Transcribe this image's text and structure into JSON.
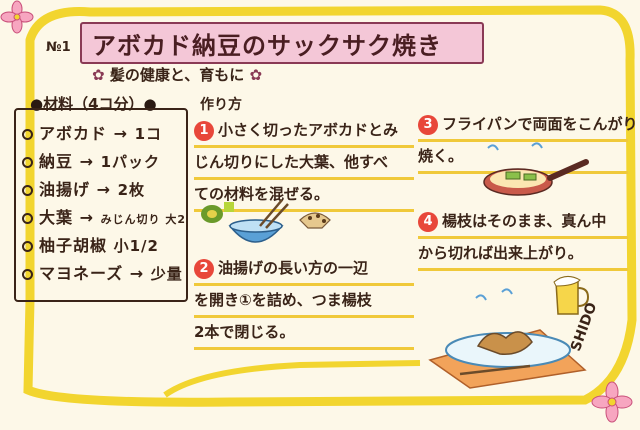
{
  "card": {
    "number": "№1",
    "title": "アボカド納豆のサックサク焼き",
    "subtitle": "髪の健康と、育もに",
    "ingredients_heading": "材料（4コ分）",
    "method_heading": "作り方",
    "signature": "SHIDO"
  },
  "ingredients": [
    {
      "name": "アボカド",
      "arrow": "→",
      "amount": "1コ"
    },
    {
      "name": "納豆",
      "arrow": "→",
      "amount": "1パック"
    },
    {
      "name": "油揚げ",
      "arrow": "→",
      "amount": "2枚"
    },
    {
      "name": "大葉",
      "arrow": "→",
      "amount": "みじん切り 大2"
    },
    {
      "name": "柚子胡椒",
      "arrow": "",
      "amount": "小1/2"
    },
    {
      "name": "マヨネーズ",
      "arrow": "→",
      "amount": "少量"
    }
  ],
  "steps": [
    {
      "num": "1",
      "lines": [
        "小さく切ったアボカドとみ",
        "じん切りにした大葉、他すべ",
        "ての材料を混ぜる。"
      ]
    },
    {
      "num": "2",
      "lines": [
        "油揚げの長い方の一辺",
        "を開き①を詰め、つま楊枝",
        "2本で閉じる。"
      ]
    },
    {
      "num": "3",
      "lines": [
        "フライパンで両面をこんがり",
        "焼く。"
      ]
    },
    {
      "num": "4",
      "lines": [
        "楊枝はそのまま、真ん中",
        "から切れば出来上がり。"
      ]
    }
  ],
  "colors": {
    "border": "#f2d52f",
    "title_bg": "#f4c7d7",
    "accent": "#e8473a",
    "paper": "#fdf8e8"
  },
  "icons": [
    "flower-icon",
    "sparkle-icon",
    "bowl-illustration",
    "pan-illustration",
    "plate-illustration",
    "beer-icon"
  ]
}
